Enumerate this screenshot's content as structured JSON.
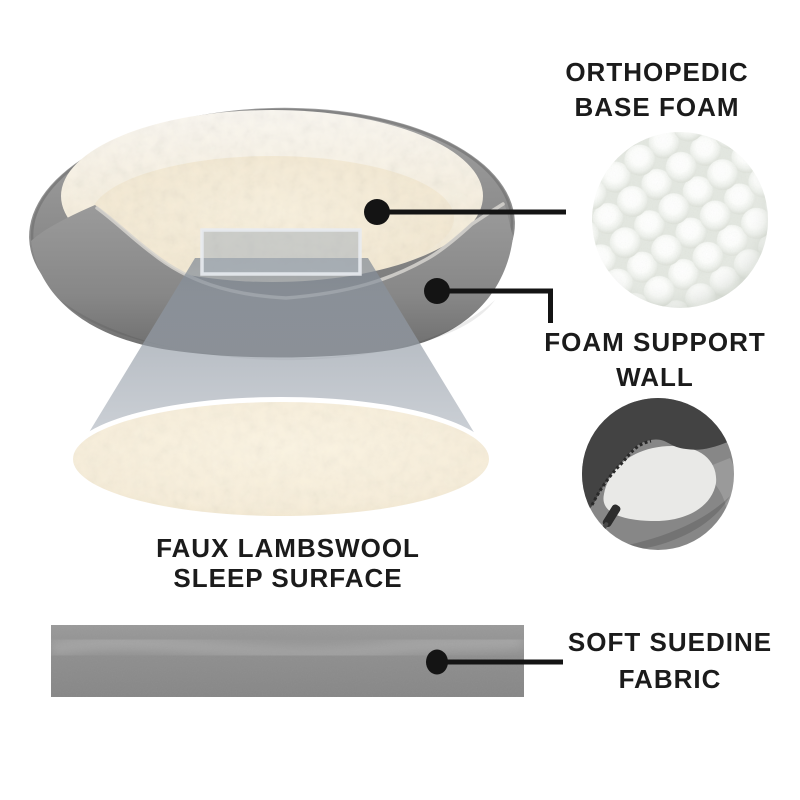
{
  "diagram": {
    "product": "pet-bed-features-infographic",
    "callouts": {
      "orthopedic_base_foam": {
        "line1": "ORTHOPEDIC",
        "line2": "BASE FOAM"
      },
      "foam_support_wall": {
        "line1": "FOAM SUPPORT",
        "line2": "WALL"
      },
      "faux_lambswool": {
        "line1": "FAUX LAMBSWOOL",
        "line2": "SLEEP SURFACE"
      },
      "soft_suedine": {
        "line1": "SOFT SUEDINE",
        "line2": "FABRIC"
      }
    },
    "colors": {
      "label_text": "#1b1b1b",
      "leader_line": "#141414",
      "bed_wall_gray": "#8d8d8d",
      "fleece_cream": "#f4ecda",
      "cone_overlay": "#97a0aa",
      "foam_white": "#fafbf8",
      "zipper_dark_fabric": "#474747",
      "zipper_light_fabric": "#8d8d8d",
      "suede_strip_gray": "#919191"
    }
  }
}
